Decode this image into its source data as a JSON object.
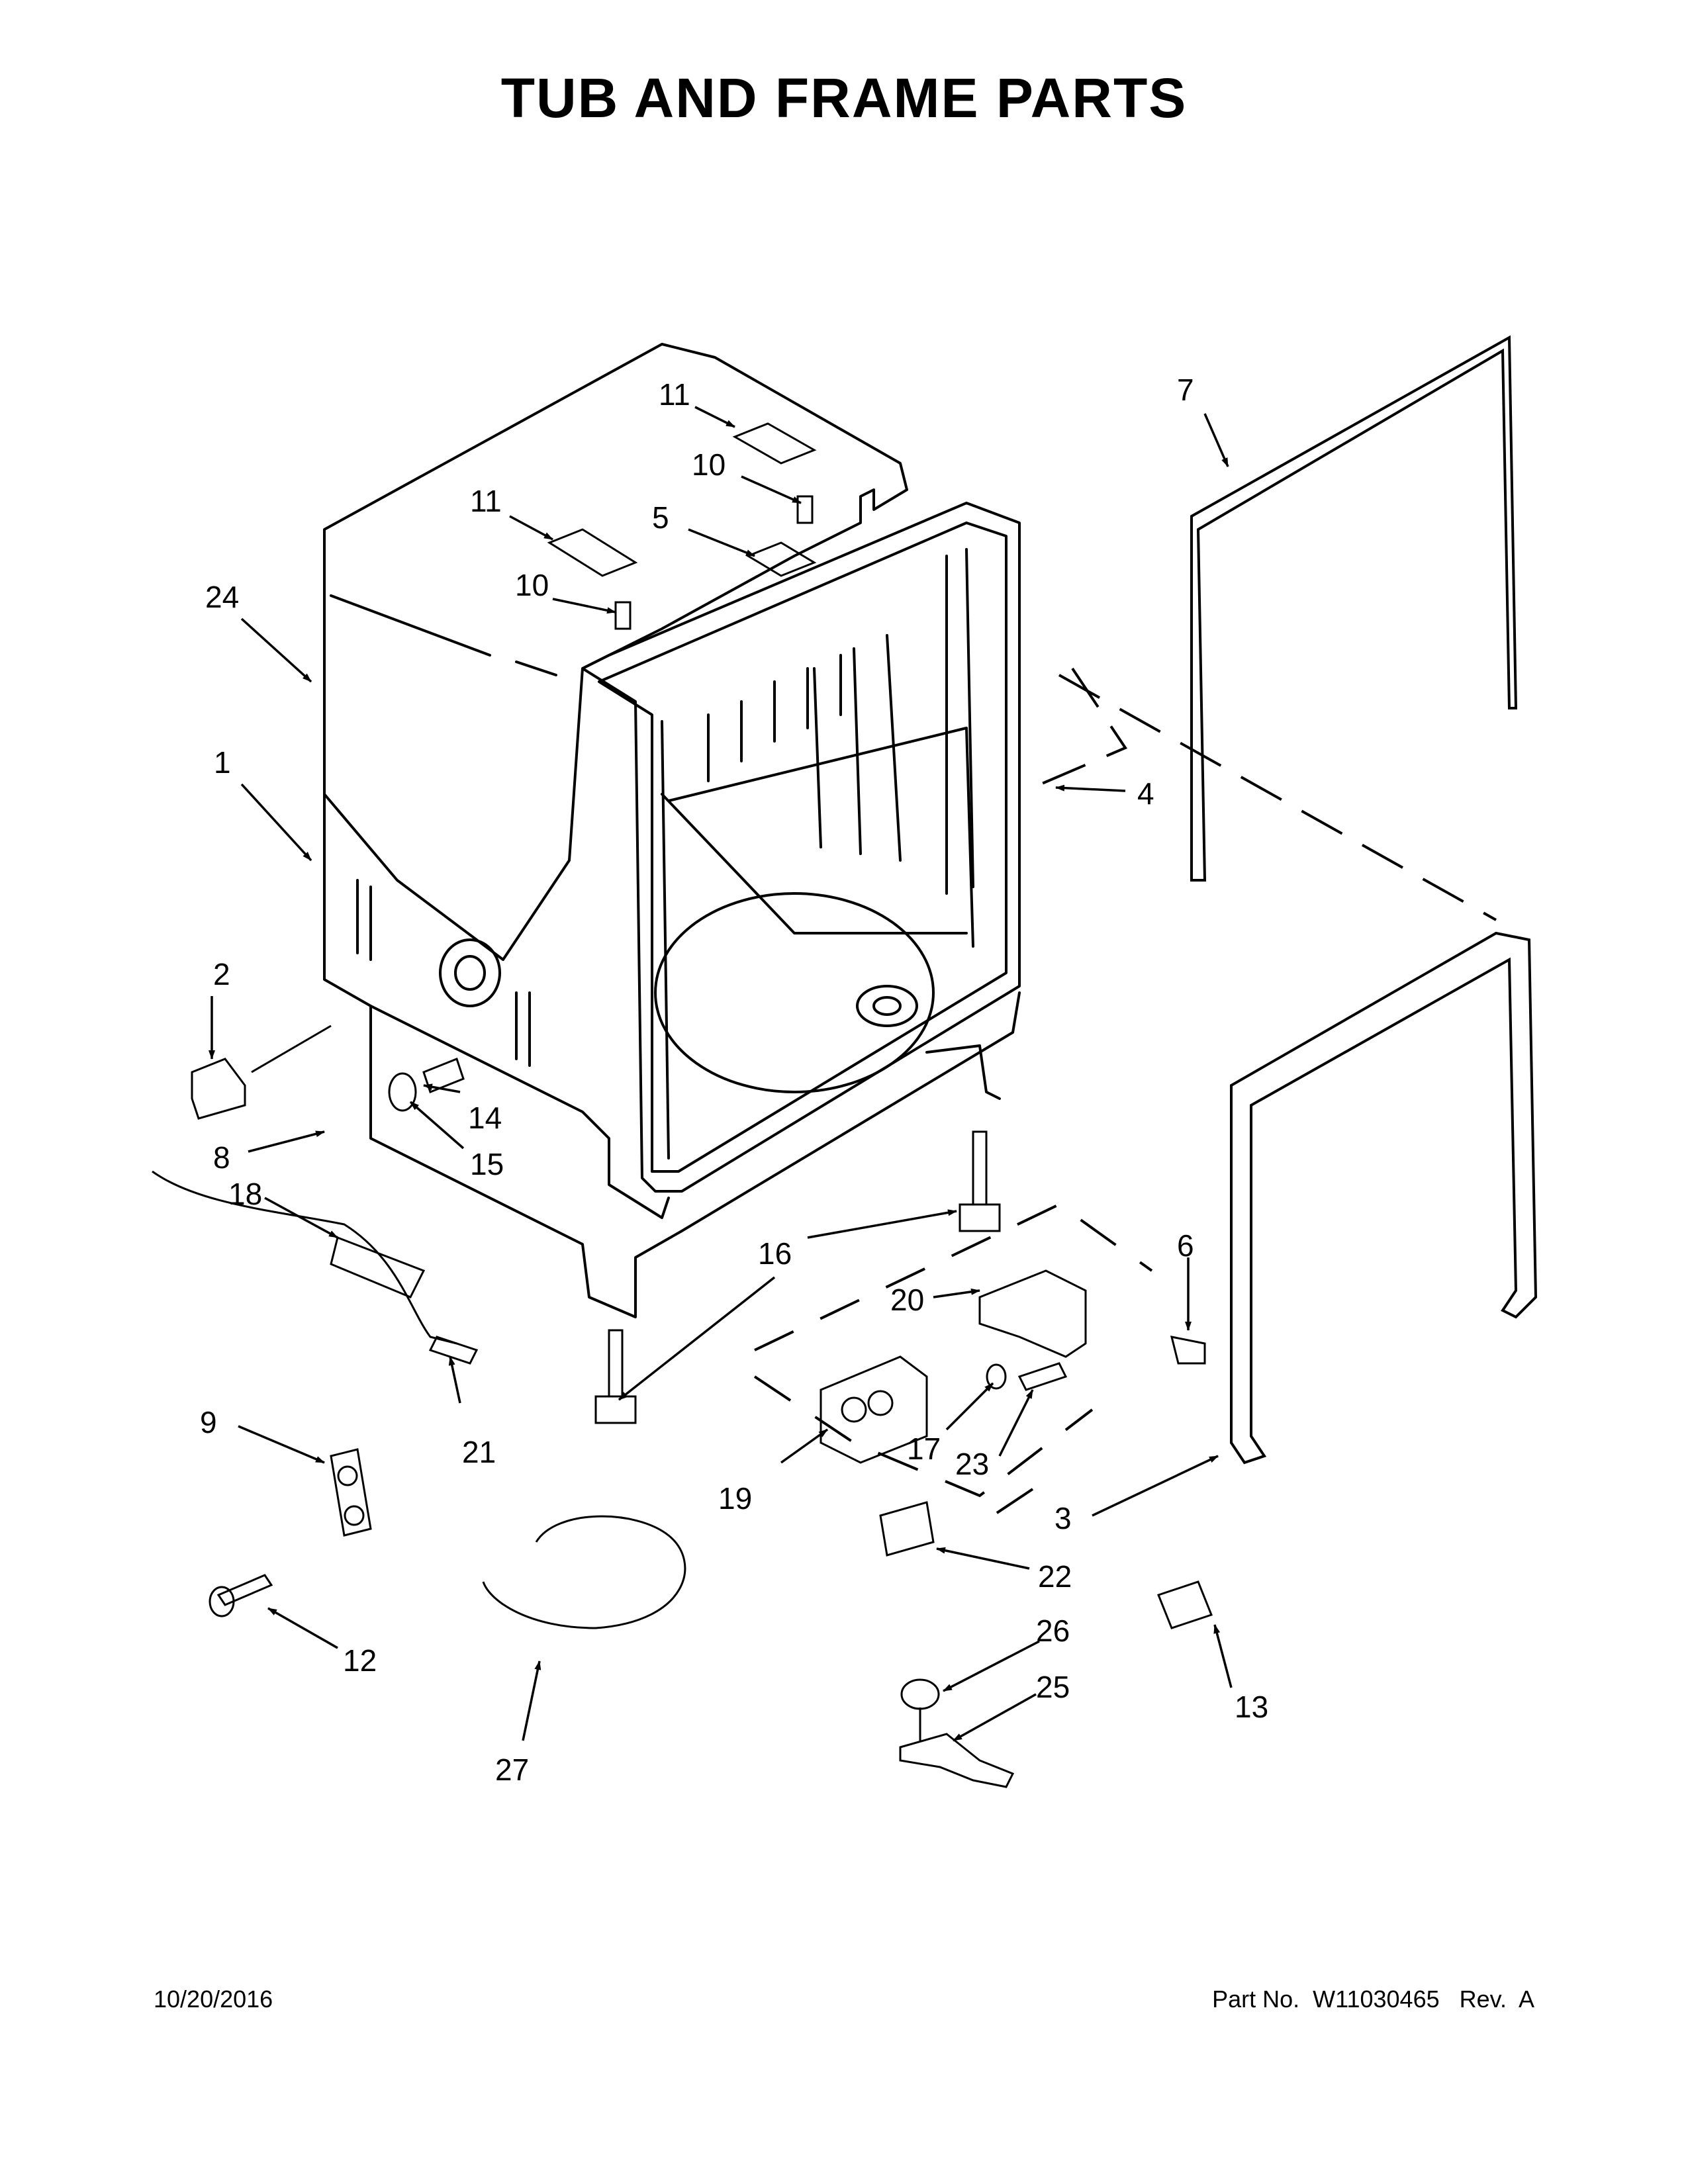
{
  "title": "TUB AND FRAME PARTS",
  "footer": {
    "date": "10/20/2016",
    "part_number": "Part No.  W11030465   Rev.  A"
  },
  "callouts": [
    "1",
    "2",
    "3",
    "4",
    "5",
    "6",
    "7",
    "8",
    "9",
    "10",
    "10",
    "11",
    "11",
    "12",
    "13",
    "14",
    "15",
    "16",
    "17",
    "18",
    "19",
    "20",
    "21",
    "22",
    "23",
    "24",
    "25",
    "26",
    "27"
  ]
}
